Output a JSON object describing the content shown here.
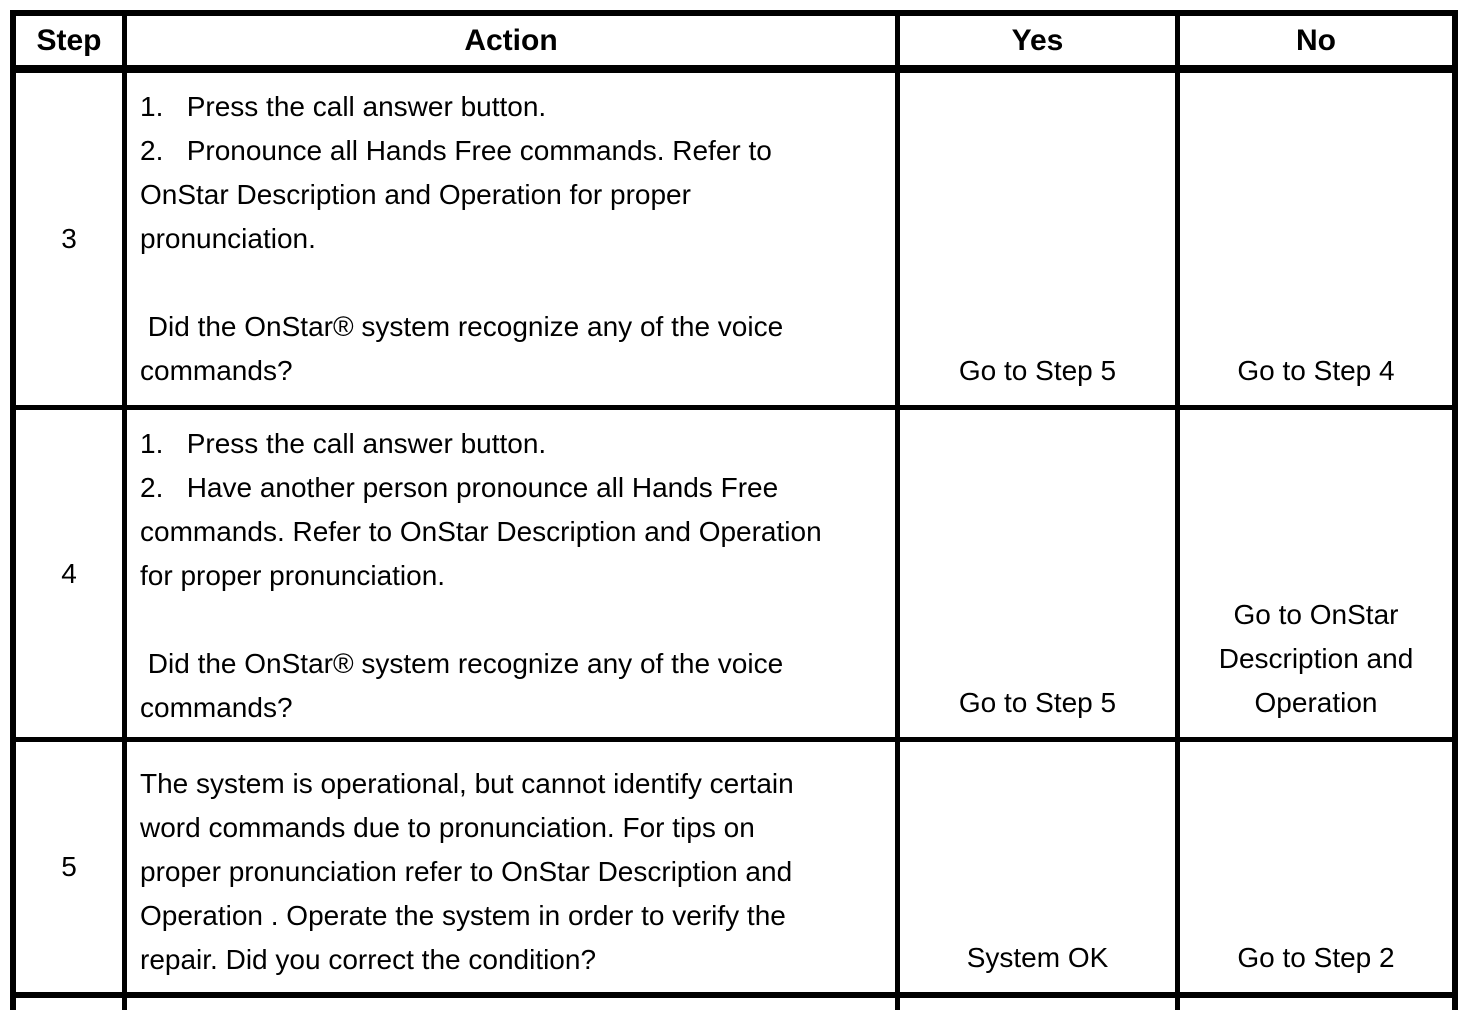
{
  "table": {
    "colors": {
      "border": "#000000",
      "text": "#000000",
      "background": "#ffffff"
    },
    "headers": {
      "step": "Step",
      "action": "Action",
      "yes": "Yes",
      "no": "No"
    },
    "rows": [
      {
        "step": "3",
        "action": "1.   Press the call answer button.\n2.   Pronounce all Hands Free commands. Refer to\nOnStar Description and Operation for proper\npronunciation.\n\n Did the OnStar® system recognize any of the voice\ncommands?",
        "yes": "Go to Step 5",
        "no": "Go to Step 4"
      },
      {
        "step": "4",
        "action": "1.   Press the call answer button.\n2.   Have another person pronounce all Hands Free\ncommands. Refer to OnStar Description and Operation\nfor proper pronunciation.\n\n Did the OnStar® system recognize any of the voice\ncommands?",
        "yes": "Go to Step 5",
        "no": "Go to OnStar\nDescription and\nOperation"
      },
      {
        "step": "5",
        "action": "The system is operational, but cannot identify certain\nword commands due to pronunciation. For tips on\nproper pronunciation refer to OnStar Description and\nOperation . Operate the system in order to verify the\nrepair. Did you correct the condition?",
        "yes": "System OK",
        "no": "Go to Step 2"
      }
    ]
  }
}
